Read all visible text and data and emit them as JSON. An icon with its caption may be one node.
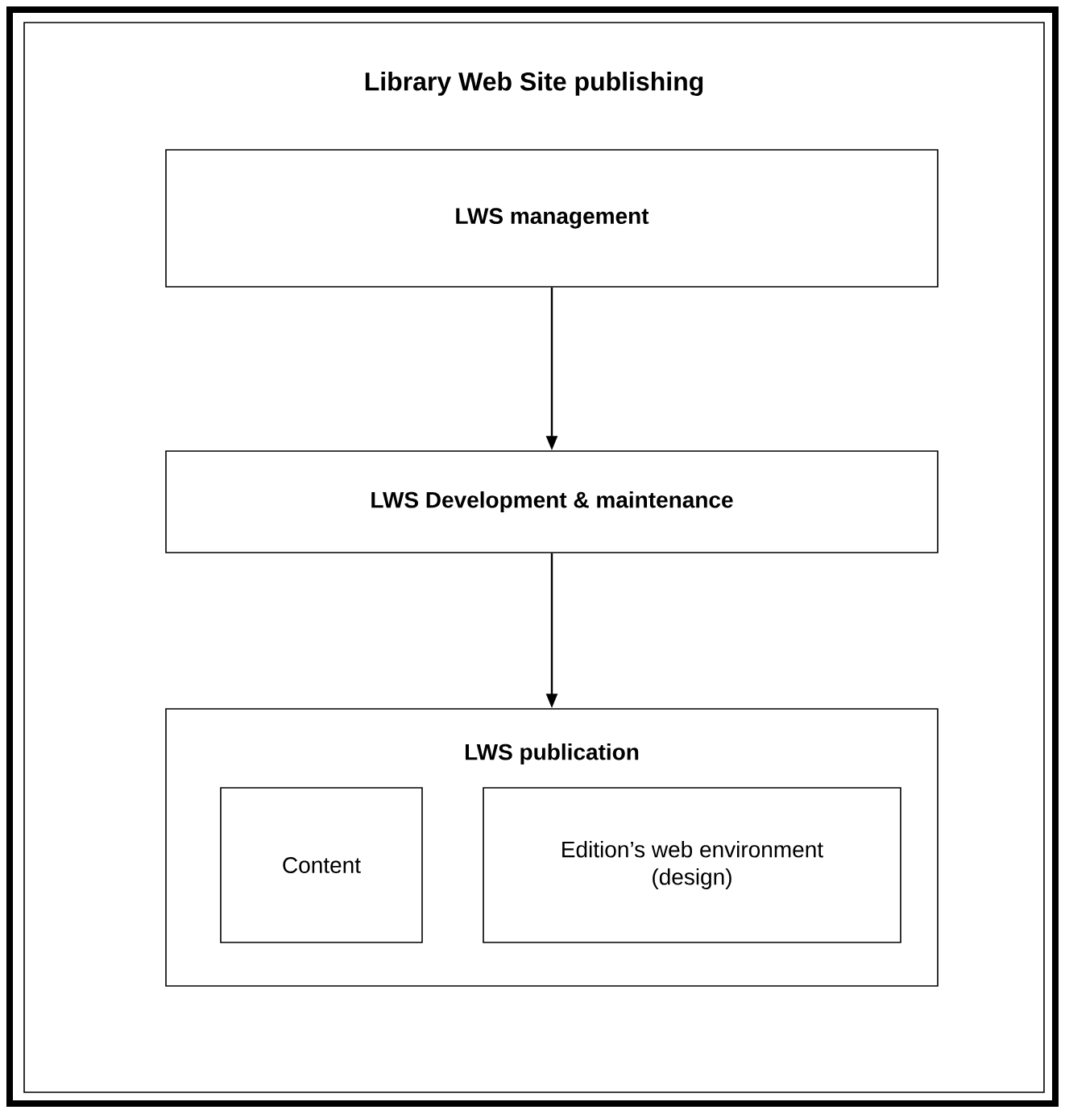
{
  "diagram": {
    "nodes": [
      {
        "text": [
          "Library Web Site publishing"
        ]
      },
      {
        "text": [
          "LWS management"
        ],
        "in": 0
      },
      {
        "text": [
          "LWS Development & maintenance"
        ],
        "in": 0
      },
      {
        "text": [
          "LWS publication"
        ],
        "in": 0
      },
      {
        "text": [
          "Content"
        ],
        "in": 3
      },
      {
        "text": [
          "Edition’s web environment (design)"
        ],
        "in": 3
      }
    ],
    "edges": [
      {
        "from": 1,
        "to": 2,
        "arrow": "to"
      },
      {
        "from": 2,
        "to": 3,
        "arrow": "to"
      }
    ]
  }
}
